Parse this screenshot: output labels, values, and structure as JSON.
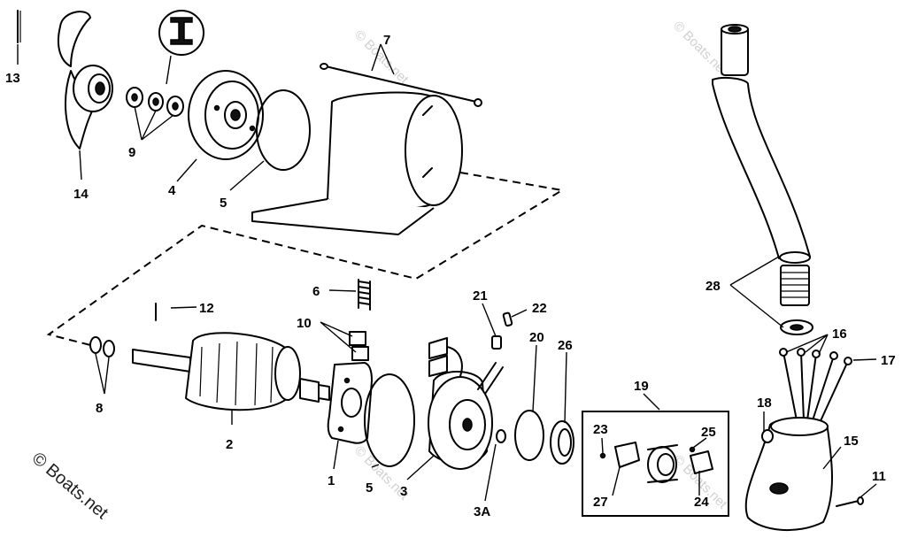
{
  "diagram": {
    "callouts": {
      "c1": "1",
      "c2": "2",
      "c3": "3",
      "c3a": "3A",
      "c4": "4",
      "c5a": "5",
      "c5b": "5",
      "c6": "6",
      "c7": "7",
      "c8": "8",
      "c9": "9",
      "c10": "10",
      "c11": "11",
      "c12": "12",
      "c13": "13",
      "c14": "14",
      "c15": "15",
      "c16": "16",
      "c17": "17",
      "c18": "18",
      "c19": "19",
      "c20": "20",
      "c21": "21",
      "c22": "22",
      "c23": "23",
      "c24": "24",
      "c25": "25",
      "c26": "26",
      "c27": "27",
      "c28": "28"
    },
    "watermark_corner": "© Boats.net",
    "watermark_faint": "© Boats.net"
  }
}
